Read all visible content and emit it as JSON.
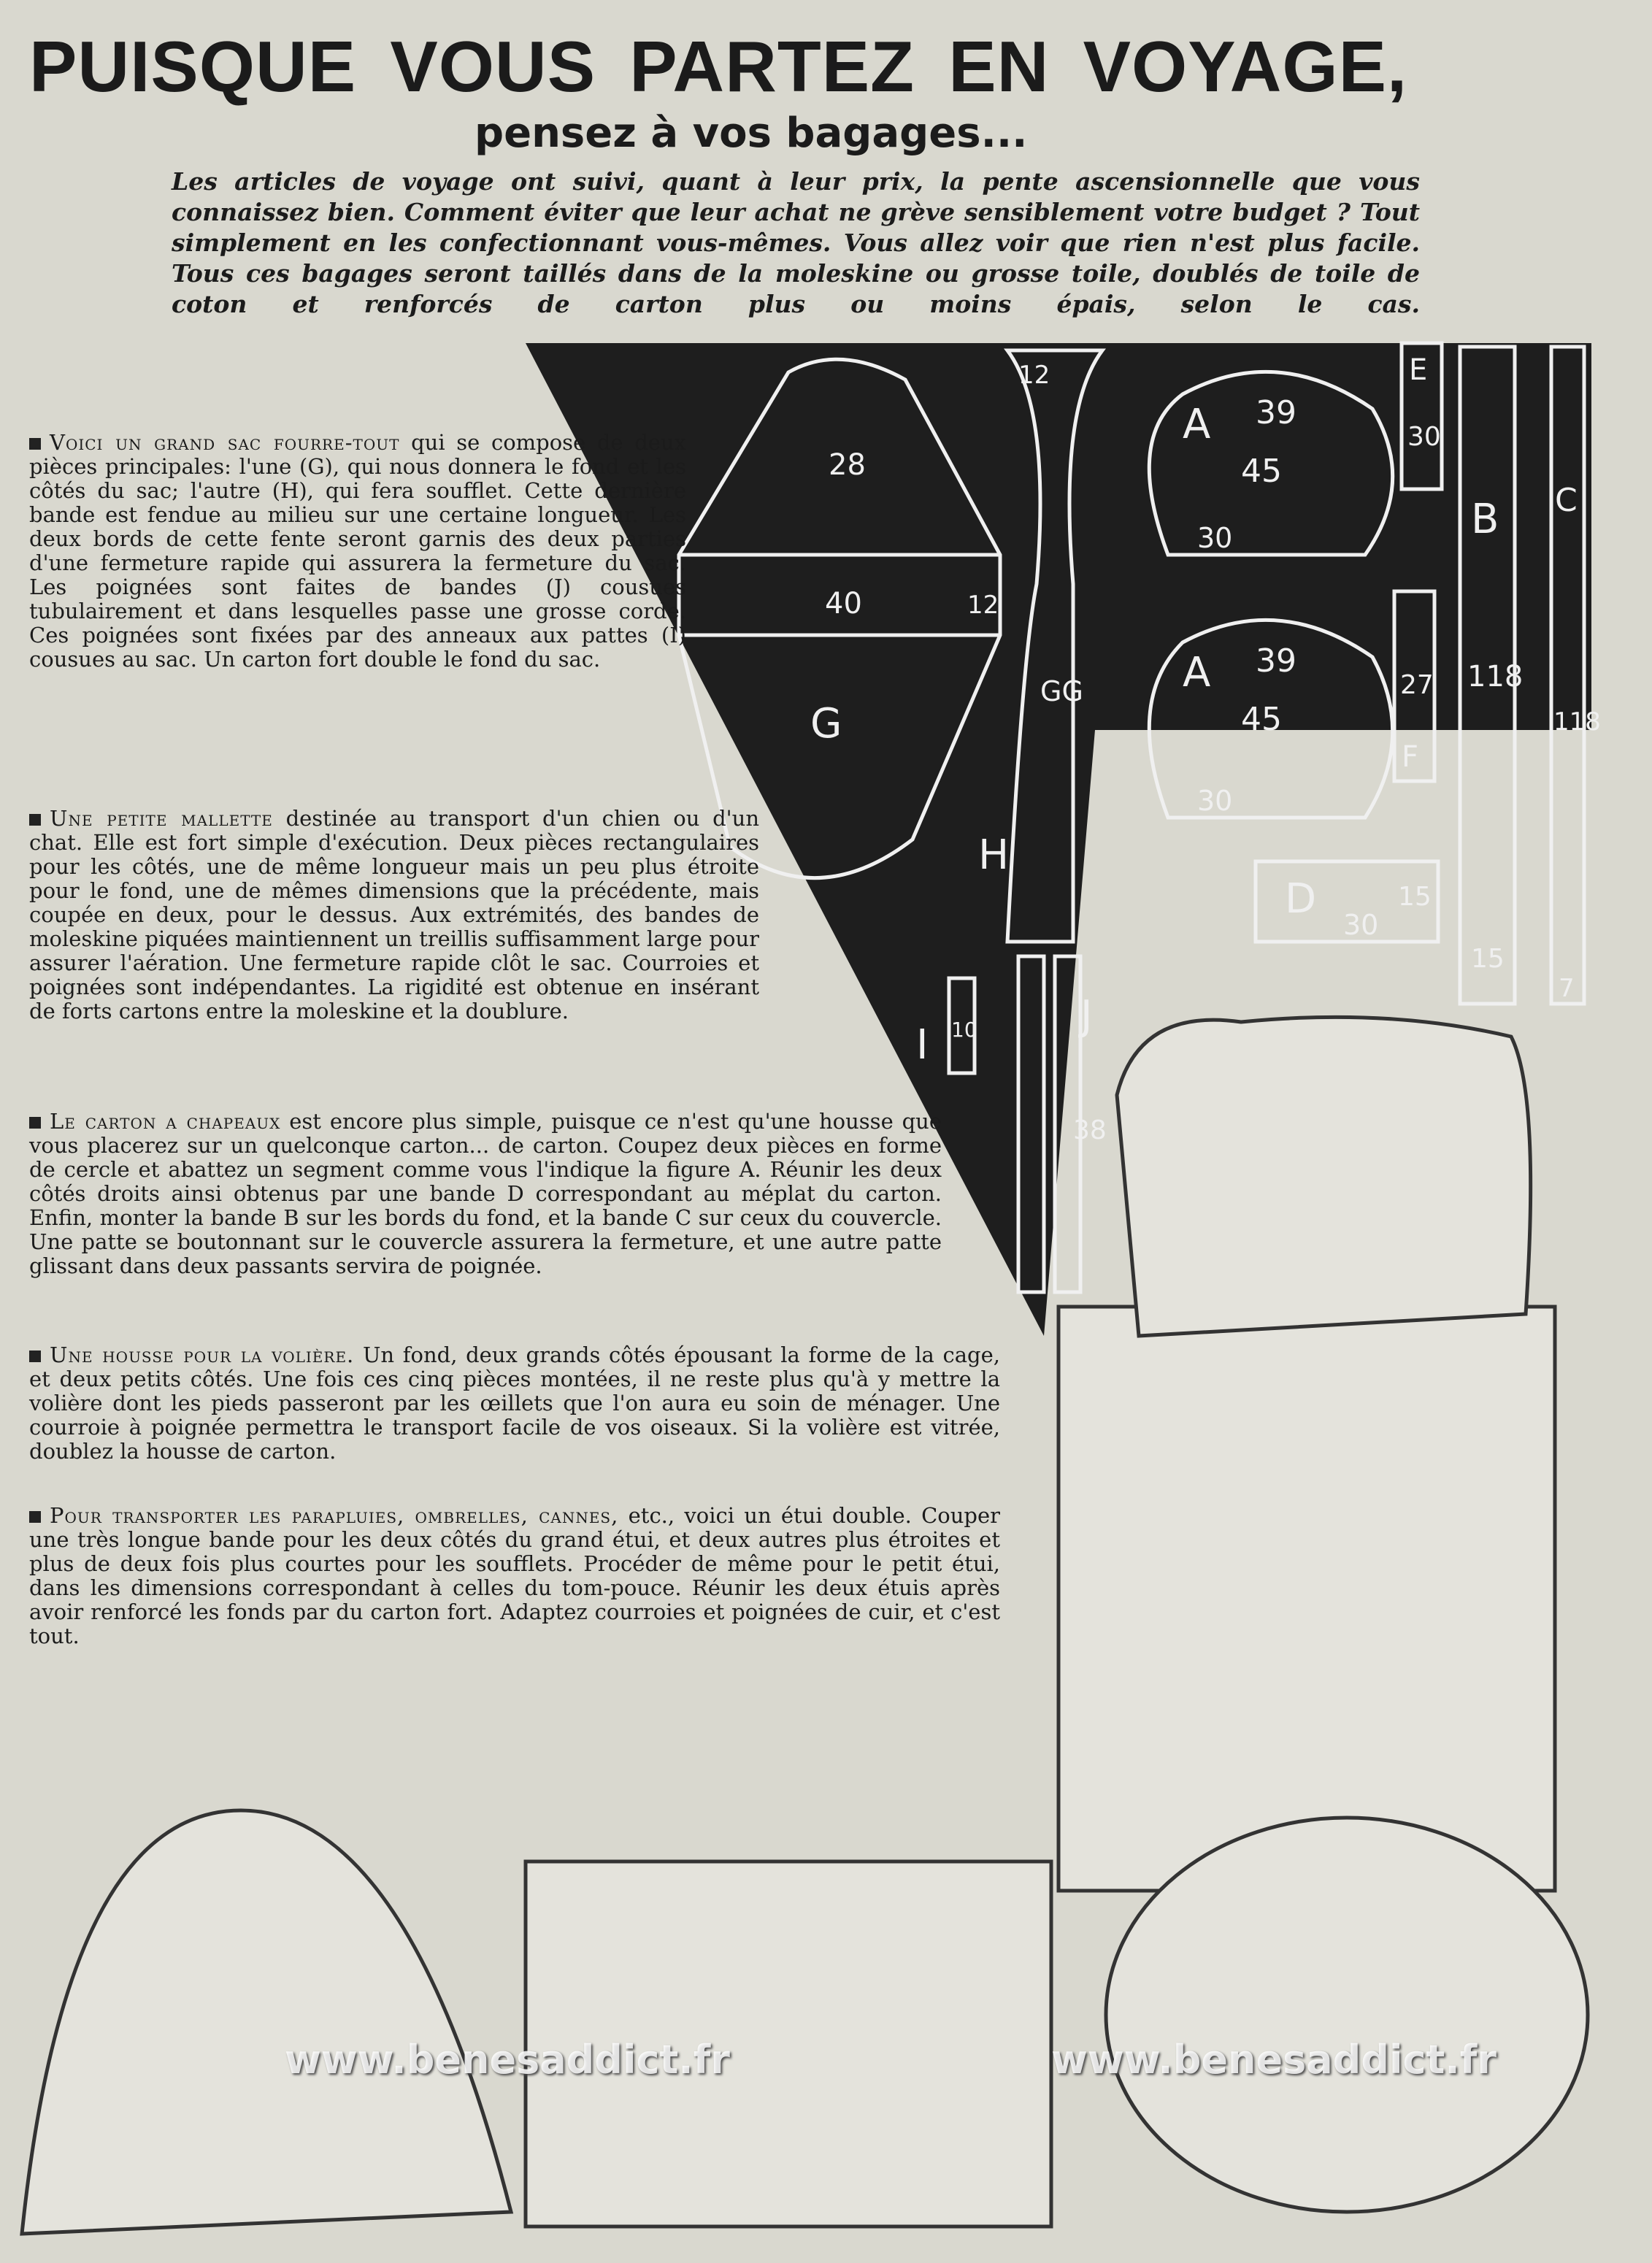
{
  "header": {
    "title": "PUISQUE VOUS PARTEZ EN VOYAGE,",
    "subtitle": "pensez à vos bagages..."
  },
  "intro": "Les articles de voyage ont suivi, quant à leur prix, la pente ascensionnelle que vous connaissez bien. Comment éviter que leur achat ne grève sensiblement votre budget ? Tout simplement en les confectionnant vous-mêmes. Vous allez voir que rien n'est plus facile. Tous ces bagages seront taillés dans de la moleskine ou grosse toile, doublés de toile de coton et renforcés de carton plus ou moins épais, selon le cas.",
  "sections": [
    {
      "lead": "Voici un grand sac fourre-tout",
      "body": "qui se compose de deux pièces principales: l'une (G), qui nous donnera le fond et les côtés du sac; l'autre (H), qui fera soufflet. Cette dernière bande est fendue au milieu sur une certaine longueur. Les deux bords de cette fente seront garnis des deux parties d'une fermeture rapide qui assurera la fermeture du sac. Les poignées sont faites de bandes (J) cousues tubulairement et dans lesquelles passe une grosse corde. Ces poignées sont fixées par des anneaux aux pattes (I) cousues au sac. Un carton fort double le fond du sac."
    },
    {
      "lead": "Une petite mallette",
      "body": "destinée au transport d'un chien ou d'un chat. Elle est fort simple d'exécution. Deux pièces rectangulaires pour les côtés, une de même longueur mais un peu plus étroite pour le fond, une de mêmes dimensions que la précédente, mais coupée en deux, pour le dessus. Aux extrémités, des bandes de moleskine piquées maintiennent un treillis suffisamment large pour assurer l'aération. Une fermeture rapide clôt le sac. Courroies et poignées sont indépendantes. La rigidité est obtenue en insérant de forts cartons entre la moleskine et la doublure."
    },
    {
      "lead": "Le carton a chapeaux",
      "body": "est encore plus simple, puisque ce n'est qu'une housse que vous placerez sur un quelconque carton... de carton. Coupez deux pièces en forme de cercle et abattez un segment comme vous l'indique la figure A. Réunir les deux côtés droits ainsi obtenus par une bande D correspondant au méplat du carton. Enfin, monter la bande B sur les bords du fond, et la bande C sur ceux du couvercle. Une patte se boutonnant sur le couvercle assurera la fermeture, et une autre patte glissant dans deux passants servira de poignée."
    },
    {
      "lead": "Une housse pour la volière.",
      "body": "Un fond, deux grands côtés épousant la forme de la cage, et deux petits côtés. Une fois ces cinq pièces montées, il ne reste plus qu'à y mettre la volière dont les pieds passeront par les œillets que l'on aura eu soin de ménager. Une courroie à poignée permettra le transport facile de vos oiseaux. Si la volière est vitrée, doublez la housse de carton."
    },
    {
      "lead": "Pour transporter les parapluies, ombrelles, cannes,",
      "body": "etc., voici un étui double. Couper une très longue bande pour les deux côtés du grand étui, et deux autres plus étroites et plus de deux fois plus courtes pour les soufflets. Procéder de même pour le petit étui, dans les dimensions correspondant à celles du tom-pouce. Réunir les deux étuis après avoir renforcé les fonds par du carton fort. Adaptez courroies et poignées de cuir, et c'est tout."
    }
  ],
  "pattern_labels": {
    "G": "G",
    "G_h": "28",
    "G_w": "40",
    "G_side": "12",
    "H": "H",
    "H_top": "12",
    "H_len": "GG",
    "A1": "A",
    "A1_h": "39",
    "A1_w": "45",
    "A1_b": "30",
    "A2": "A",
    "A2_h": "39",
    "A2_w": "45",
    "A2_b": "30",
    "E": "E",
    "E_len": "30",
    "F": "F",
    "F_len": "27",
    "B": "B",
    "B_len": "118",
    "B_w": "15",
    "C": "C",
    "C_len": "118",
    "C_w": "7",
    "D": "D",
    "D_w": "30",
    "D_h": "15",
    "I": "I",
    "I_len": "10",
    "J": "J",
    "J_len": "38"
  },
  "watermarks": [
    "www.benesaddict.fr",
    "www.benesaddict.fr"
  ]
}
